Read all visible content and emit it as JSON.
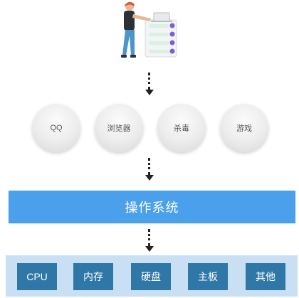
{
  "illustration": {
    "icon": "person-server-icon"
  },
  "applications": [
    {
      "label": "QQ"
    },
    {
      "label": "浏览器"
    },
    {
      "label": "杀毒"
    },
    {
      "label": "游戏"
    }
  ],
  "os": {
    "label": "操作系统"
  },
  "hardware": [
    {
      "label": "CPU"
    },
    {
      "label": "内存"
    },
    {
      "label": "硬盘"
    },
    {
      "label": "主板"
    },
    {
      "label": "其他"
    }
  ],
  "colors": {
    "os_bar": "#4aa0ea",
    "hardware_panel": "#c9dff3",
    "hardware_box": "#2f77a6",
    "arrow": "#222222"
  }
}
